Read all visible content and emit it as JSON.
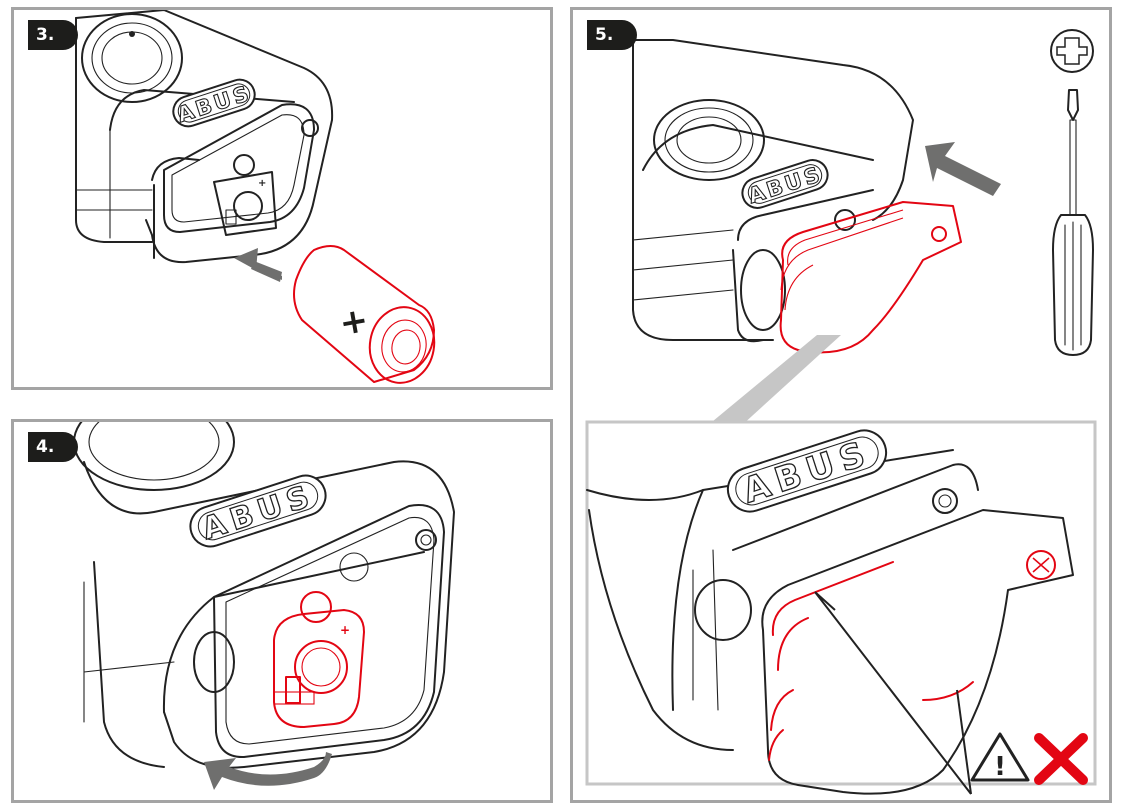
{
  "steps": [
    {
      "label": "3."
    },
    {
      "label": "4."
    },
    {
      "label": "5."
    }
  ],
  "brand": "ABUS",
  "battery": {
    "polarity": "+"
  },
  "holder": {
    "polarity": "+"
  },
  "warning": {
    "symbol": "!"
  },
  "colors": {
    "highlight": "#e30613",
    "frame": "#a4a4a4",
    "arrow": "#6f6f6e",
    "callout": "#c6c6c6",
    "badge": "#1d1d1b"
  },
  "icons": [
    "phillips-screw-icon",
    "screwdriver-icon",
    "warning-icon",
    "cross-icon"
  ]
}
